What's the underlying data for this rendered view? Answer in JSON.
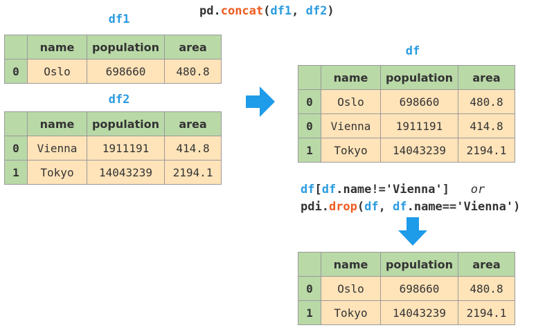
{
  "top_code": {
    "prefix": "pd.",
    "func": "concat",
    "open": "(",
    "a": "df1",
    "sep": ", ",
    "b": "df2",
    "close": ")"
  },
  "colors": {
    "header": "#b9d9a7",
    "cell": "#ffe3b9",
    "name": "#2b9be0",
    "func": "#ee5a1f",
    "arrow": "#1e9be9"
  },
  "df1": {
    "label": "df1",
    "columns": [
      "name",
      "population",
      "area"
    ],
    "rows": [
      {
        "index": "0",
        "cells": [
          "Oslo",
          "698660",
          "480.8"
        ]
      }
    ]
  },
  "df2": {
    "label": "df2",
    "columns": [
      "name",
      "population",
      "area"
    ],
    "rows": [
      {
        "index": "0",
        "cells": [
          "Vienna",
          "1911191",
          "414.8"
        ]
      },
      {
        "index": "1",
        "cells": [
          "Tokyo",
          "14043239",
          "2194.1"
        ]
      }
    ]
  },
  "df": {
    "label": "df",
    "columns": [
      "name",
      "population",
      "area"
    ],
    "rows": [
      {
        "index": "0",
        "cells": [
          "Oslo",
          "698660",
          "480.8"
        ]
      },
      {
        "index": "0",
        "cells": [
          "Vienna",
          "1911191",
          "414.8"
        ]
      },
      {
        "index": "1",
        "cells": [
          "Tokyo",
          "14043239",
          "2194.1"
        ]
      }
    ]
  },
  "filter_code": {
    "line1": {
      "a": "df",
      "b": "[",
      "c": "df",
      "d": ".name!='Vienna']",
      "or": "or"
    },
    "line2": {
      "a": "pdi.",
      "func": "drop",
      "b": "(",
      "c": "df",
      "d": ", ",
      "e": "df",
      "f": ".name=='Vienna')"
    }
  },
  "result": {
    "columns": [
      "name",
      "population",
      "area"
    ],
    "rows": [
      {
        "index": "0",
        "cells": [
          "Oslo",
          "698660",
          "480.8"
        ]
      },
      {
        "index": "1",
        "cells": [
          "Tokyo",
          "14043239",
          "2194.1"
        ]
      }
    ]
  }
}
